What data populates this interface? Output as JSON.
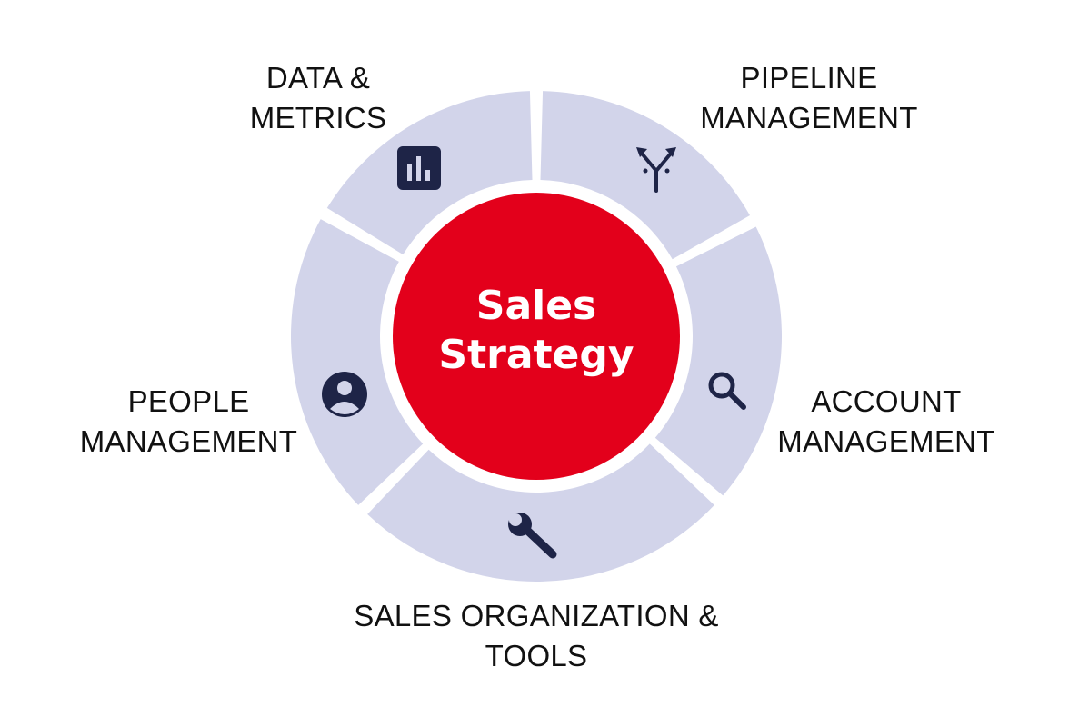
{
  "center": {
    "line1": "Sales",
    "line2": "Strategy",
    "color": "#e3001b"
  },
  "ring_color": "#d2d4ea",
  "icon_color": "#1e2447",
  "segments": [
    {
      "id": "data-metrics",
      "line1": "DATA &",
      "line2": "METRICS",
      "icon": "bar-chart-icon"
    },
    {
      "id": "pipeline-management",
      "line1": "PIPELINE",
      "line2": "MANAGEMENT",
      "icon": "branch-split-icon"
    },
    {
      "id": "account-management",
      "line1": "ACCOUNT",
      "line2": "MANAGEMENT",
      "icon": "search-icon"
    },
    {
      "id": "sales-organization-tools",
      "line1": "SALES ORGANIZATION &",
      "line2": "TOOLS",
      "icon": "wrench-icon"
    },
    {
      "id": "people-management",
      "line1": "PEOPLE",
      "line2": "MANAGEMENT",
      "icon": "user-circle-icon"
    }
  ]
}
